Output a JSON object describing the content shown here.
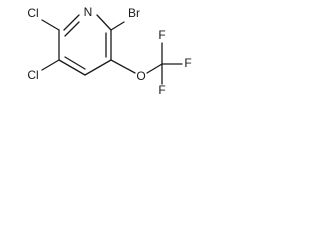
{
  "molecule": {
    "atoms": {
      "n": "N",
      "br": "Br",
      "cl_top": "Cl",
      "cl_bottom": "Cl",
      "o": "O",
      "f_top": "F",
      "f_right": "F",
      "f_bottom": "F"
    }
  }
}
